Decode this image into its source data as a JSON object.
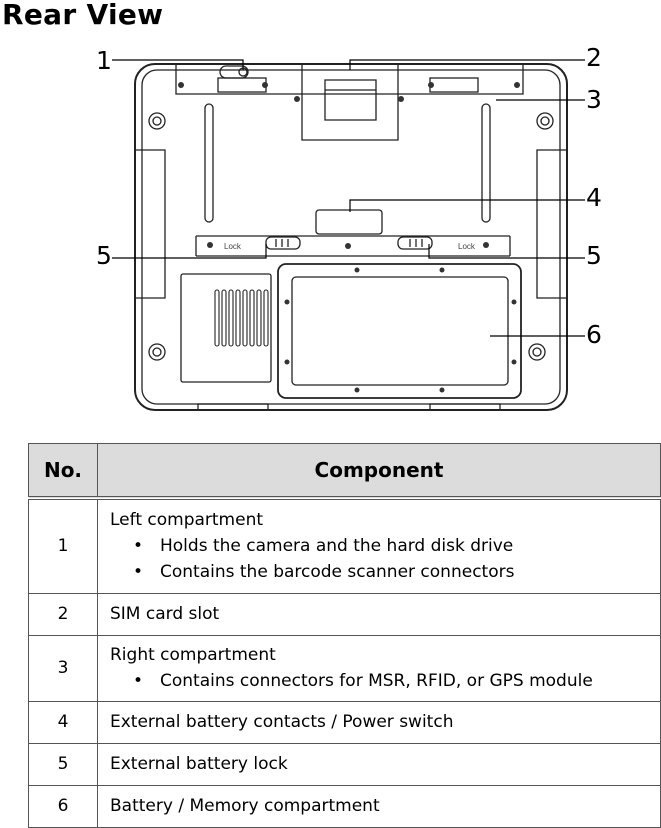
{
  "heading": "Rear View",
  "diagram": {
    "callouts": [
      "1",
      "2",
      "3",
      "4",
      "5",
      "5",
      "6"
    ],
    "lock_labels": [
      "Lock",
      "Lock"
    ]
  },
  "table": {
    "headers": [
      "No.",
      "Component"
    ],
    "rows": [
      {
        "no": "1",
        "text": "Left compartment",
        "bullets": [
          "Holds the camera and the hard disk drive",
          "Contains the barcode scanner connectors"
        ]
      },
      {
        "no": "2",
        "text": "SIM card slot",
        "bullets": []
      },
      {
        "no": "3",
        "text": "Right compartment",
        "bullets": [
          "Contains connectors for MSR, RFID, or GPS module"
        ]
      },
      {
        "no": "4",
        "text": "External battery contacts / Power switch",
        "bullets": []
      },
      {
        "no": "5",
        "text": "External battery lock",
        "bullets": []
      },
      {
        "no": "6",
        "text": "Battery / Memory compartment",
        "bullets": []
      }
    ]
  }
}
